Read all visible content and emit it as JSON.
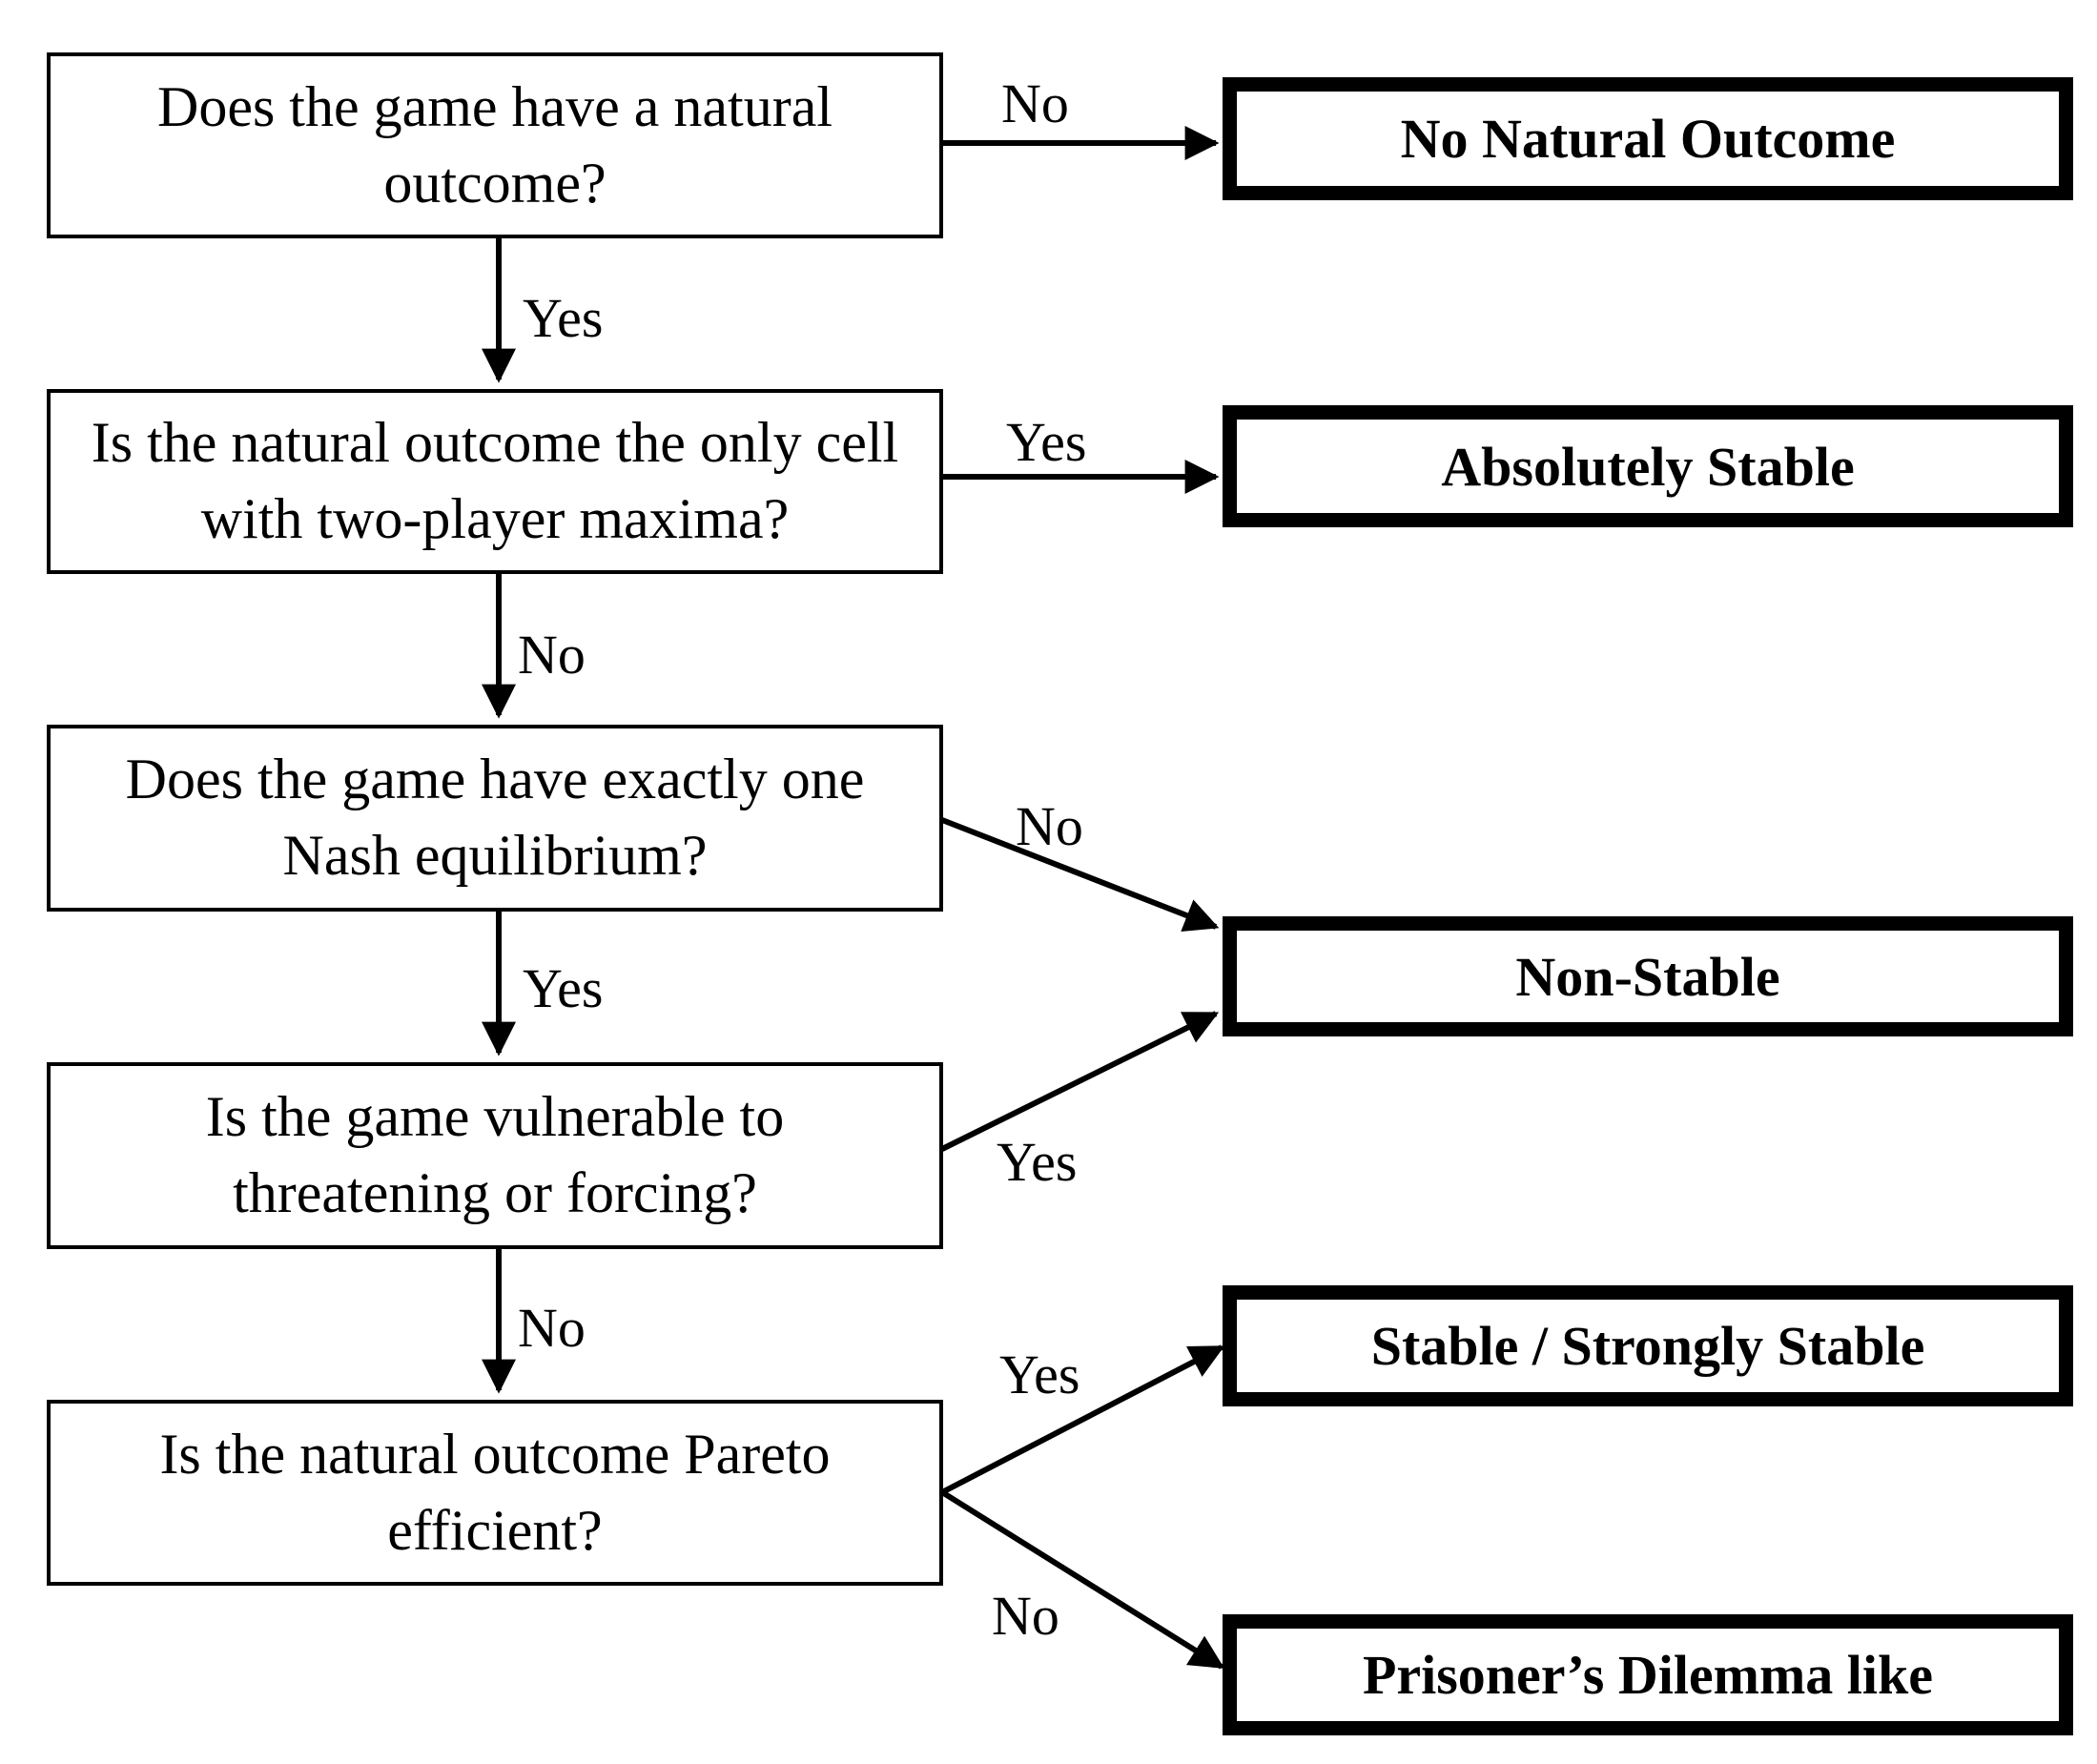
{
  "questions": [
    {
      "id": "q1",
      "text": "Does the game have a natural outcome?"
    },
    {
      "id": "q2",
      "text": "Is the natural outcome the only cell with two-player maxima?"
    },
    {
      "id": "q3",
      "text": "Does the game have exactly one Nash equilibrium?"
    },
    {
      "id": "q4",
      "text": "Is the game vulnerable to threatening or forcing?"
    },
    {
      "id": "q5",
      "text": "Is the natural outcome Pareto efficient?"
    }
  ],
  "outcomes": [
    {
      "id": "o1",
      "text": "No Natural Outcome"
    },
    {
      "id": "o2",
      "text": "Absolutely Stable"
    },
    {
      "id": "o3",
      "text": "Non-Stable"
    },
    {
      "id": "o4",
      "text": "Stable / Strongly Stable"
    },
    {
      "id": "o5",
      "text": "Prisoner’s Dilemma like"
    }
  ],
  "edges": [
    {
      "from": "q1",
      "to": "o1",
      "label": "No"
    },
    {
      "from": "q1",
      "to": "q2",
      "label": "Yes"
    },
    {
      "from": "q2",
      "to": "o2",
      "label": "Yes"
    },
    {
      "from": "q2",
      "to": "q3",
      "label": "No"
    },
    {
      "from": "q3",
      "to": "o3",
      "label": "No"
    },
    {
      "from": "q3",
      "to": "q4",
      "label": "Yes"
    },
    {
      "from": "q4",
      "to": "o3",
      "label": "Yes"
    },
    {
      "from": "q4",
      "to": "q5",
      "label": "No"
    },
    {
      "from": "q5",
      "to": "o4",
      "label": "Yes"
    },
    {
      "from": "q5",
      "to": "o5",
      "label": "No"
    }
  ]
}
